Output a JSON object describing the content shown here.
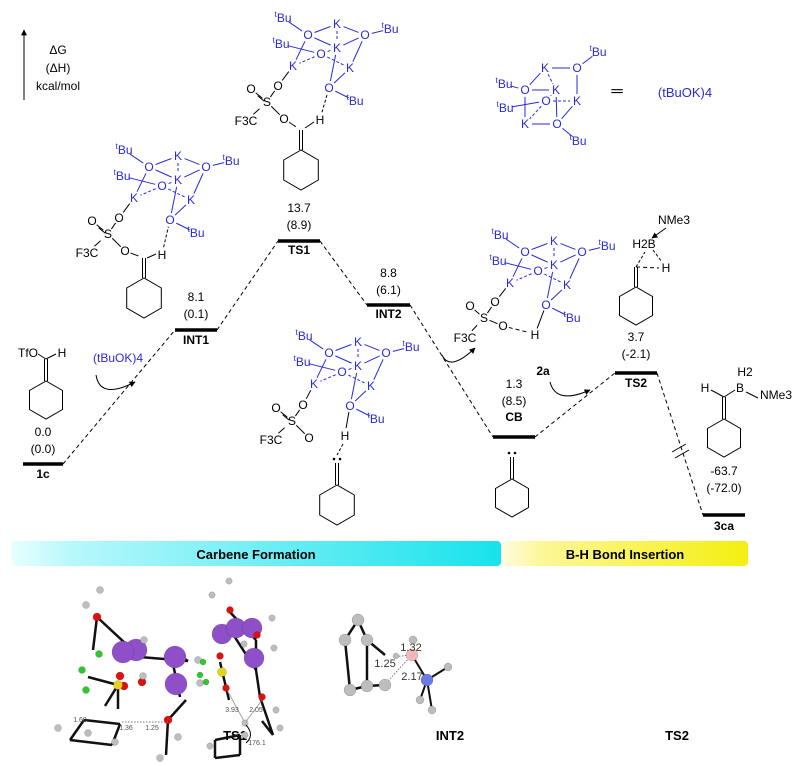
{
  "axis": {
    "dg": "ΔG",
    "dh": "(ΔH)",
    "unit": "kcal/mol"
  },
  "levels": [
    {
      "id": "1c",
      "dg": "0.0",
      "dh": "(0.0)"
    },
    {
      "id": "INT1",
      "dg": "8.1",
      "dh": "(0.1)"
    },
    {
      "id": "TS1",
      "dg": "13.7",
      "dh": "(8.9)"
    },
    {
      "id": "INT2",
      "dg": "8.8",
      "dh": "(6.1)"
    },
    {
      "id": "CB",
      "dg": "1.3",
      "dh": "(8.5)"
    },
    {
      "id": "TS2",
      "dg": "3.7",
      "dh": "(-2.1)"
    },
    {
      "id": "3ca",
      "dg": "-63.7",
      "dh": "(-72.0)"
    }
  ],
  "reagents": {
    "tbuok4": "(tBuOK)4",
    "equals": "═",
    "borane": "2a"
  },
  "cluster_atoms": [
    "tBu",
    "O",
    "K",
    "O",
    "tBu",
    "tBu",
    "O",
    "K",
    "K",
    "K",
    "O",
    "tBu"
  ],
  "triflate": {
    "o": "O",
    "s": "S",
    "cf3": "F3C",
    "h": "H"
  },
  "substrate": {
    "tfo": "TfO",
    "h": "H"
  },
  "ts2_atoms": {
    "nme3": "NMe3",
    "h2b": "H2B",
    "h": "H"
  },
  "product_atoms": {
    "h": "H",
    "h2": "H2",
    "b": "B",
    "nme3": "NMe3"
  },
  "phases": [
    "Carbene Formation",
    "B-H Bond Insertion"
  ],
  "models": [
    {
      "label": "TS1",
      "distances": [
        "1.60",
        "1.36",
        "1.25"
      ]
    },
    {
      "label": "INT2",
      "distances": [
        "3.93",
        "2.05",
        "176.1"
      ]
    },
    {
      "label": "TS2",
      "distances": [
        "1.32",
        "1.25",
        "2.17"
      ]
    }
  ],
  "colors": {
    "cluster": "#2a2ad8",
    "cyan": "#22e6ee",
    "yellow": "#f6f21a",
    "potassium": "#8f4fc8",
    "oxygen": "#e01010",
    "sulfur": "#e6d21a",
    "fluorine": "#2ec82e",
    "boron": "#f0b8b8",
    "nitrogen": "#6a7be8",
    "carbon": "#bdbdbd"
  }
}
